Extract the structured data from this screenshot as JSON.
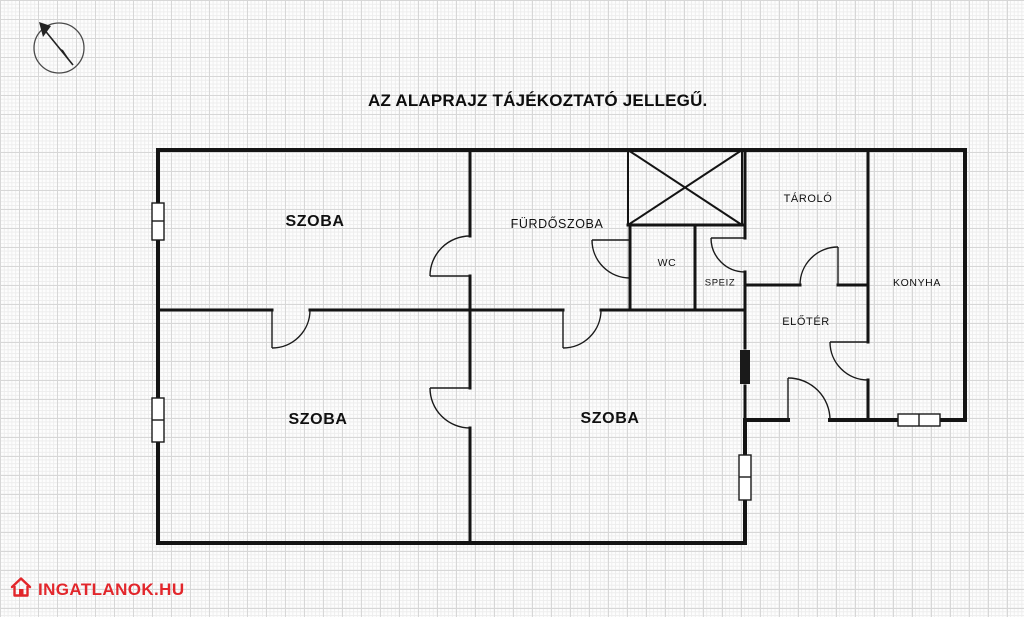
{
  "title": "AZ ALAPRAJZ TÁJÉKOZTATÓ JELLEGŰ.",
  "rooms": [
    {
      "name": "szoba-top-left",
      "label": "SZOBA"
    },
    {
      "name": "furdoszoba",
      "label": "FÜRDŐSZOBA"
    },
    {
      "name": "wc",
      "label": "WC"
    },
    {
      "name": "speiz",
      "label": "SPEIZ"
    },
    {
      "name": "tarolo",
      "label": "TÁROLÓ"
    },
    {
      "name": "konyha",
      "label": "KONYHA"
    },
    {
      "name": "eloter",
      "label": "ELŐTÉR"
    },
    {
      "name": "szoba-bottom-left",
      "label": "SZOBA"
    },
    {
      "name": "szoba-bottom-middle",
      "label": "SZOBA"
    }
  ],
  "branding": {
    "logo_text": "INGATLANOK.HU"
  },
  "colors": {
    "wall": "#141414",
    "logo_red": "#e2262b",
    "grid_major": "#d7d7d7",
    "grid_minor": "#ededed"
  }
}
